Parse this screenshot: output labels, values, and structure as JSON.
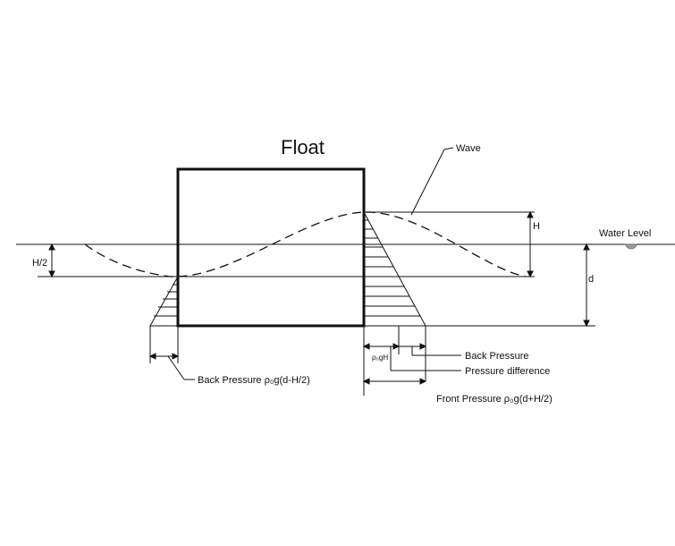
{
  "diagram": {
    "title": "Float",
    "labels": {
      "wave": "Wave",
      "water_level": "Water Level",
      "height": "H",
      "half_height": "H/2",
      "depth": "d",
      "back_pressure_left": "Back Pressure ρ₀g(d-H/2)",
      "rho_g_h": "ρ₀gH",
      "back_pressure_right": "Back Pressure",
      "pressure_difference": "Pressure difference",
      "front_pressure": "Front Pressure ρ₀g(d+H/2)"
    },
    "colors": {
      "line": "#111111",
      "background": "#ffffff",
      "marker": "#9a9a9a"
    }
  }
}
